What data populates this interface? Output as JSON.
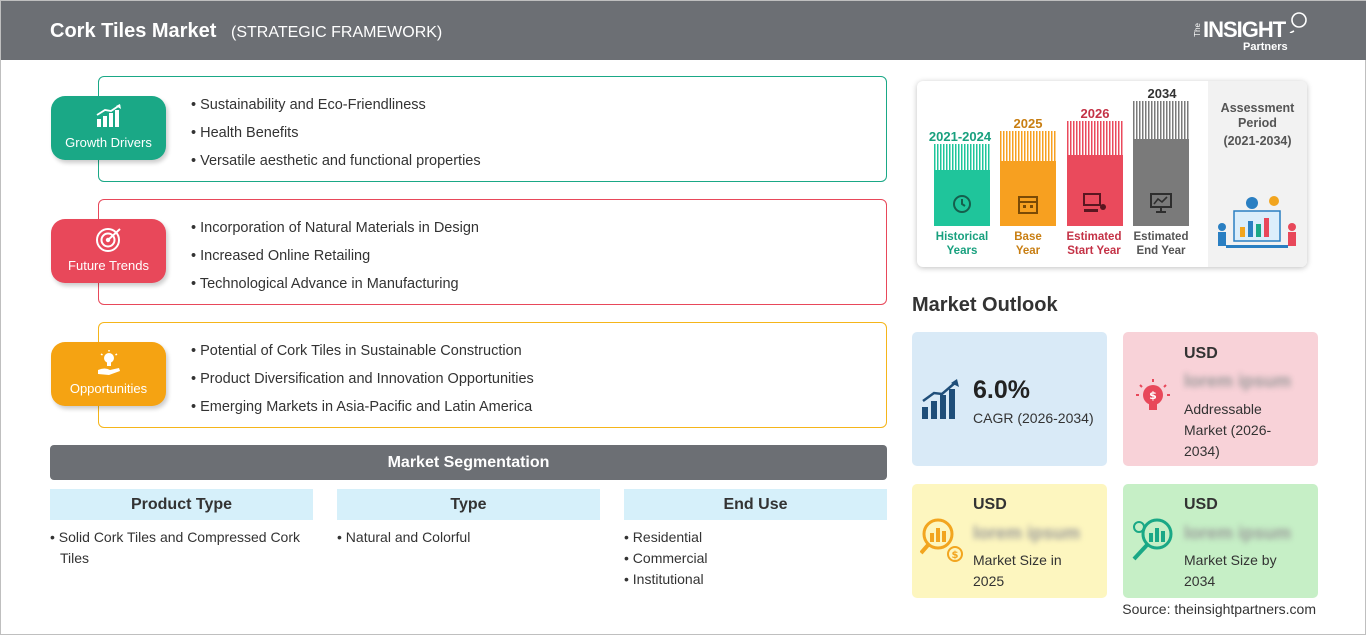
{
  "header": {
    "title": "Cork Tiles Market",
    "subtitle": "(STRATEGIC FRAMEWORK)",
    "logo": {
      "the": "The",
      "insight": "INSIGHT",
      "partners": "Partners"
    }
  },
  "framework": [
    {
      "label": "Growth Drivers",
      "color": "#1aa886",
      "icon": "growth-chart-icon",
      "items": [
        "Sustainability and Eco-Friendliness",
        "Health Benefits",
        "Versatile aesthetic and functional properties"
      ]
    },
    {
      "label": "Future Trends",
      "color": "#e8485a",
      "icon": "target-icon",
      "items": [
        "Incorporation of Natural Materials in Design",
        "Increased Online Retailing",
        "Technological Advance in Manufacturing"
      ]
    },
    {
      "label": "Opportunities",
      "color": "#f5a312",
      "icon": "lightbulb-hand-icon",
      "items": [
        "Potential of Cork Tiles in Sustainable Construction",
        "Product Diversification and Innovation Opportunities",
        "Emerging Markets in Asia-Pacific and Latin America"
      ]
    }
  ],
  "segmentation": {
    "title": "Market Segmentation",
    "columns": [
      {
        "head": "Product Type",
        "items": [
          "Solid Cork Tiles and Compressed Cork Tiles"
        ]
      },
      {
        "head": "Type",
        "items": [
          "Natural and Colorful"
        ]
      },
      {
        "head": "End Use",
        "items": [
          "Residential",
          "Commercial",
          "Institutional"
        ]
      }
    ]
  },
  "assessment": {
    "bars": [
      {
        "year": "2021-2024",
        "label_line1": "Historical",
        "label_line2": "Years",
        "color": "#1fc59b",
        "label_color": "#18a07e",
        "icon": "history-icon"
      },
      {
        "year": "2025",
        "label_line1": "Base",
        "label_line2": "Year",
        "color": "#f7a020",
        "label_color": "#c87e12",
        "icon": "calendar-icon"
      },
      {
        "year": "2026",
        "label_line1": "Estimated",
        "label_line2": "Start Year",
        "color": "#ea4a5c",
        "label_color": "#c43246",
        "icon": "presentation-icon"
      },
      {
        "year": "2034",
        "label_line1": "Estimated",
        "label_line2": "End Year",
        "color": "#7a7a7a",
        "label_color": "#555555",
        "icon": "monitor-chart-icon"
      }
    ],
    "period_title": "Assessment Period",
    "period_range": "(2021-2034)"
  },
  "outlook": {
    "title": "Market Outlook",
    "cagr_value": "6.0%",
    "cagr_label": "CAGR (2026-2034)",
    "addressable": {
      "currency": "USD",
      "value": "lorem ipsum",
      "label_line1": "Addressable",
      "label_line2": "Market (2026-",
      "label_line3": "2034)"
    },
    "size_2025": {
      "currency": "USD",
      "value": "lorem ipsum",
      "label_line1": "Market Size in",
      "label_line2": "2025"
    },
    "size_2034": {
      "currency": "USD",
      "value": "lorem ipsum",
      "label_line1": "Market Size by",
      "label_line2": "2034"
    }
  },
  "source": "Source: theinsightpartners.com"
}
